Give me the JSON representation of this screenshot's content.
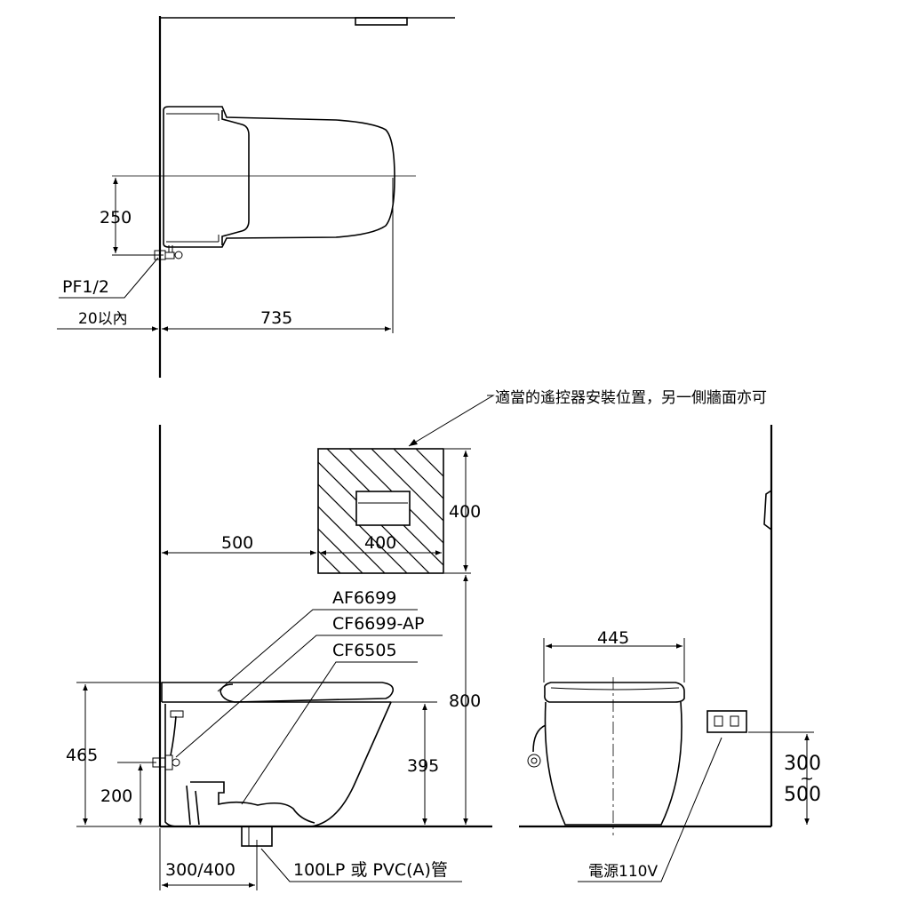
{
  "plan_view": {
    "dim_250": "250",
    "label_pf": "PF1/2",
    "dim_20": "20以內",
    "dim_735": "735"
  },
  "remote": {
    "note": "適當的遙控器安裝位置，另一側牆面亦可",
    "dim_width": "400",
    "dim_height": "400",
    "dim_offset": "500"
  },
  "side_view": {
    "model_1": "AF6699",
    "model_2": "CF6699-AP",
    "model_3": "CF6505",
    "dim_800": "800",
    "dim_465": "465",
    "dim_395": "395",
    "dim_200": "200",
    "dim_rough_in": "300/400",
    "drain_label": "100LP 或 PVC(A)管"
  },
  "front_view": {
    "dim_445": "445",
    "dim_outlet_top": "300",
    "dim_outlet_sep": "~",
    "dim_outlet_bottom": "500",
    "power_label": "電源110V"
  }
}
